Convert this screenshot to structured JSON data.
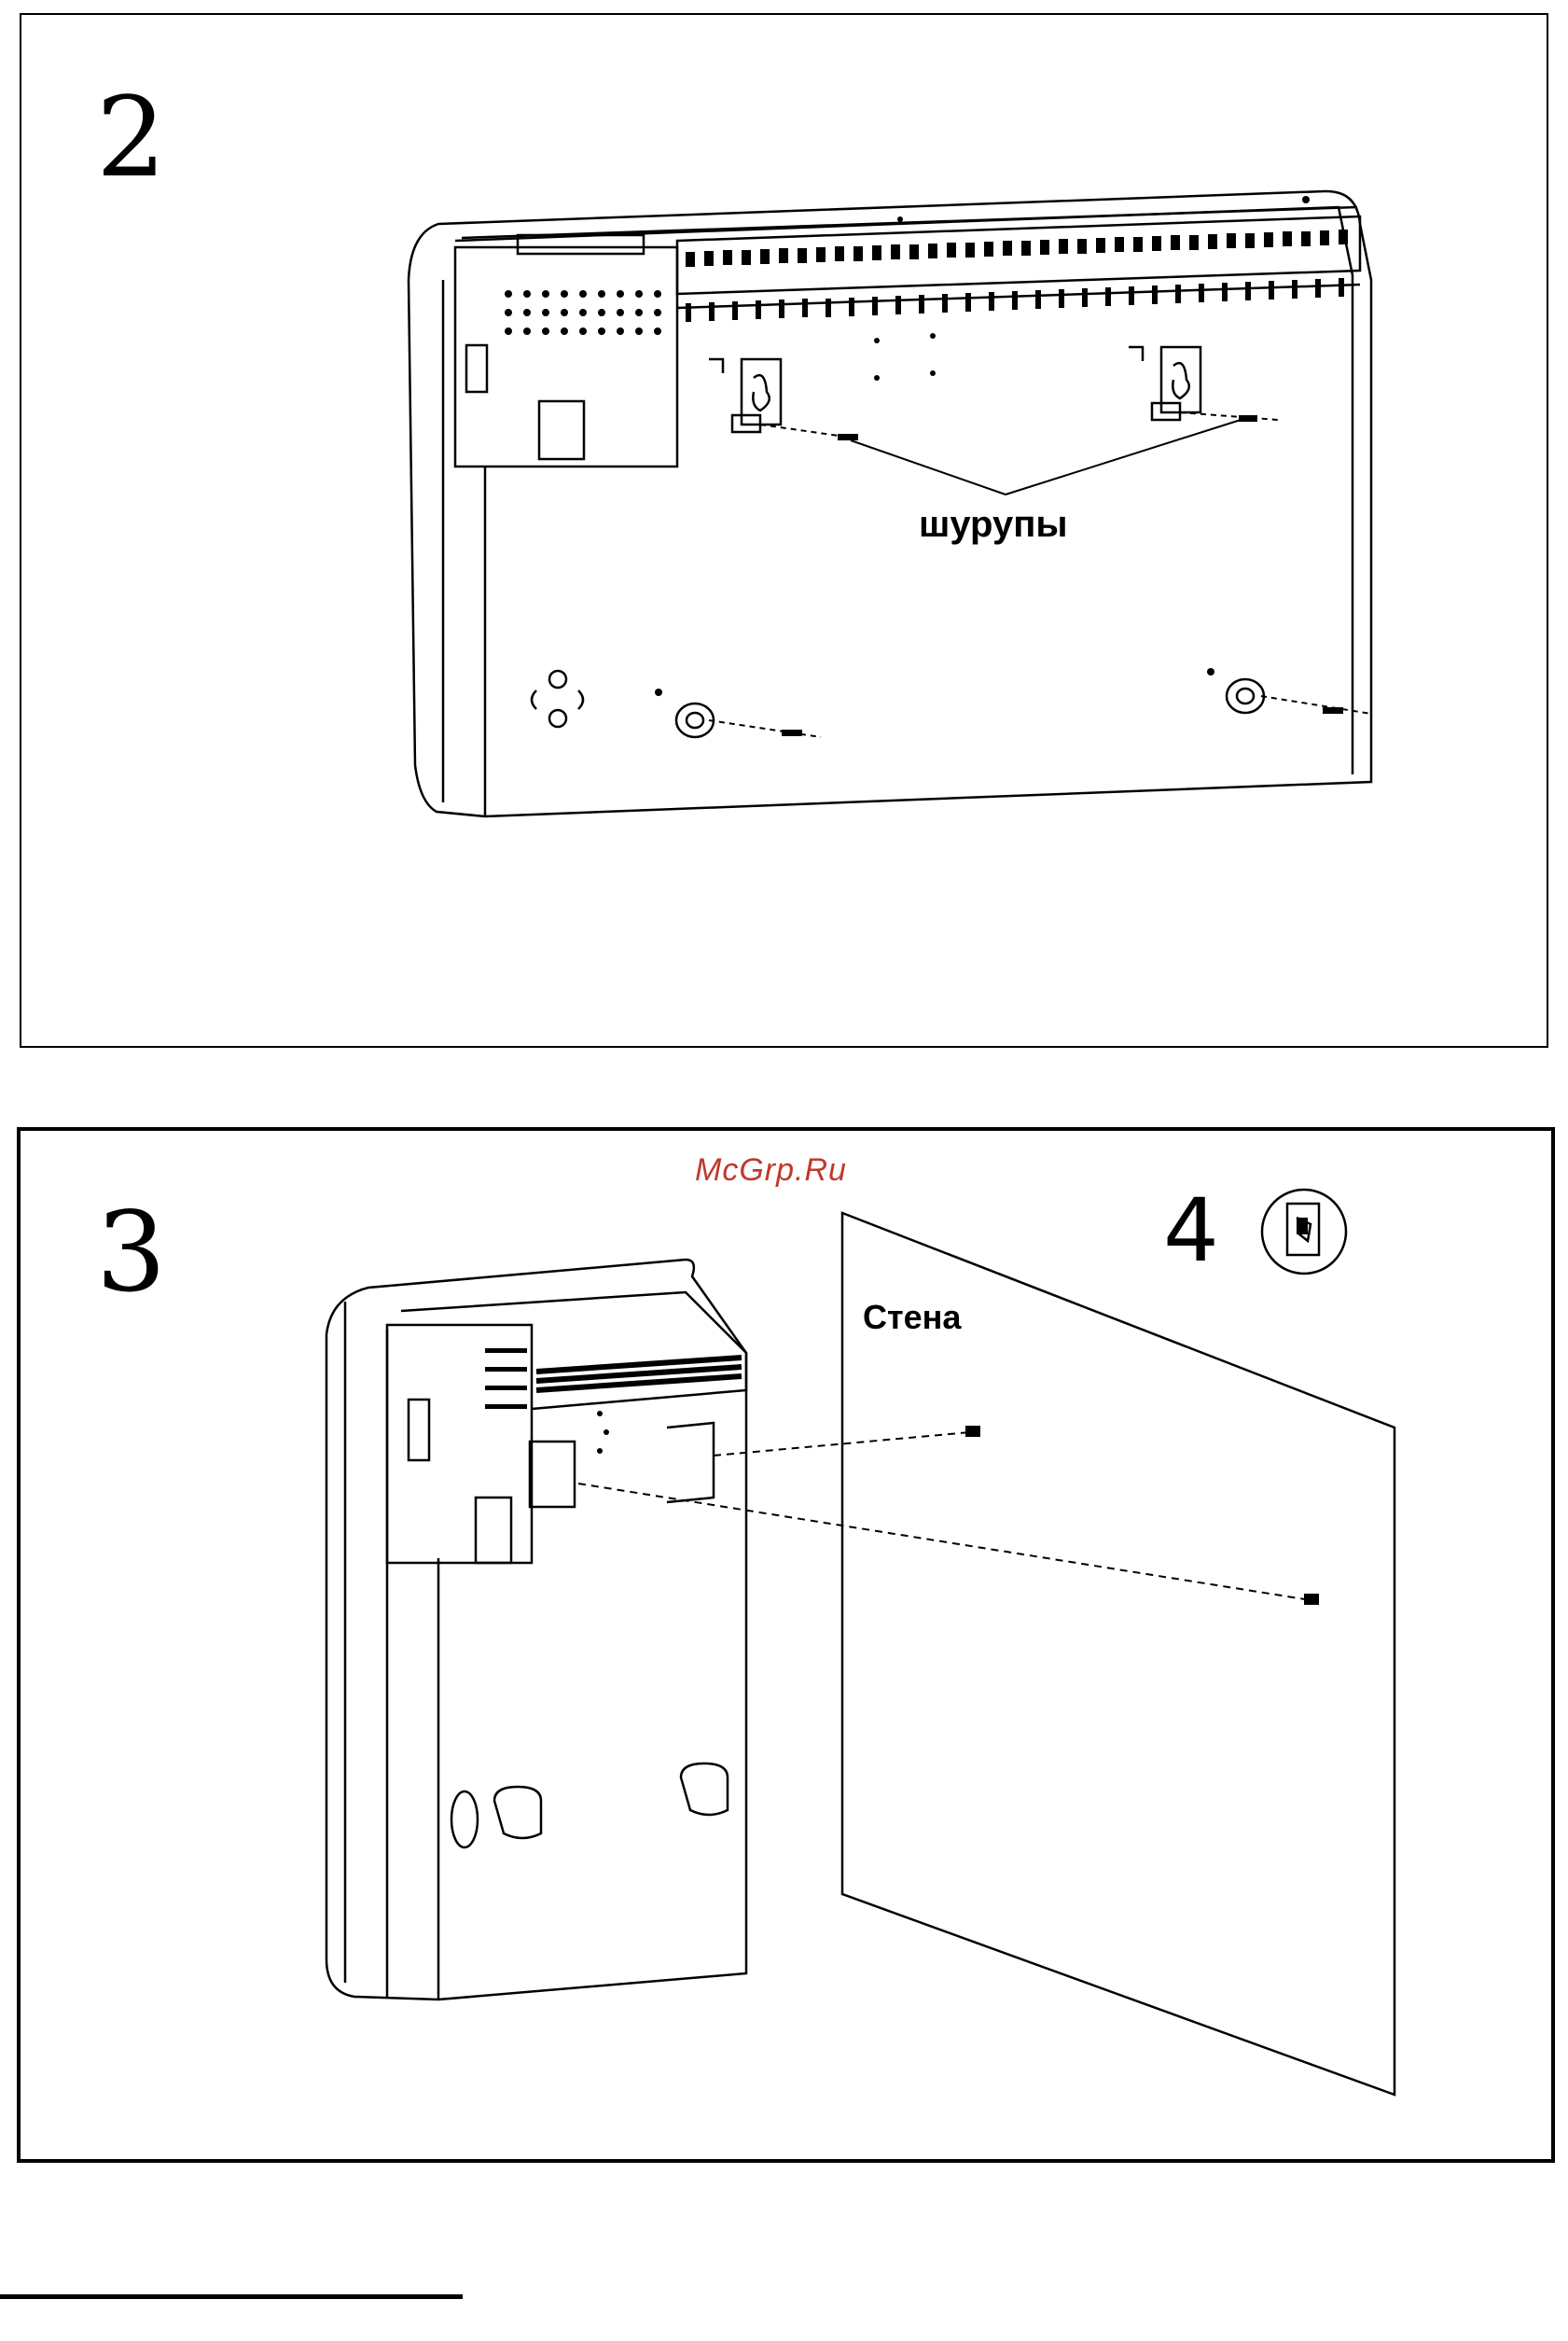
{
  "steps": {
    "step2": {
      "number": "2",
      "callout": "шурупы"
    },
    "step3": {
      "number": "3",
      "wall_label": "Стена"
    },
    "step4": {
      "number": "4",
      "icon": "bracket-hook-icon"
    }
  },
  "watermark": "McGrp.Ru",
  "colors": {
    "line": "#000000",
    "watermark": "#c0392b",
    "background": "#ffffff"
  }
}
